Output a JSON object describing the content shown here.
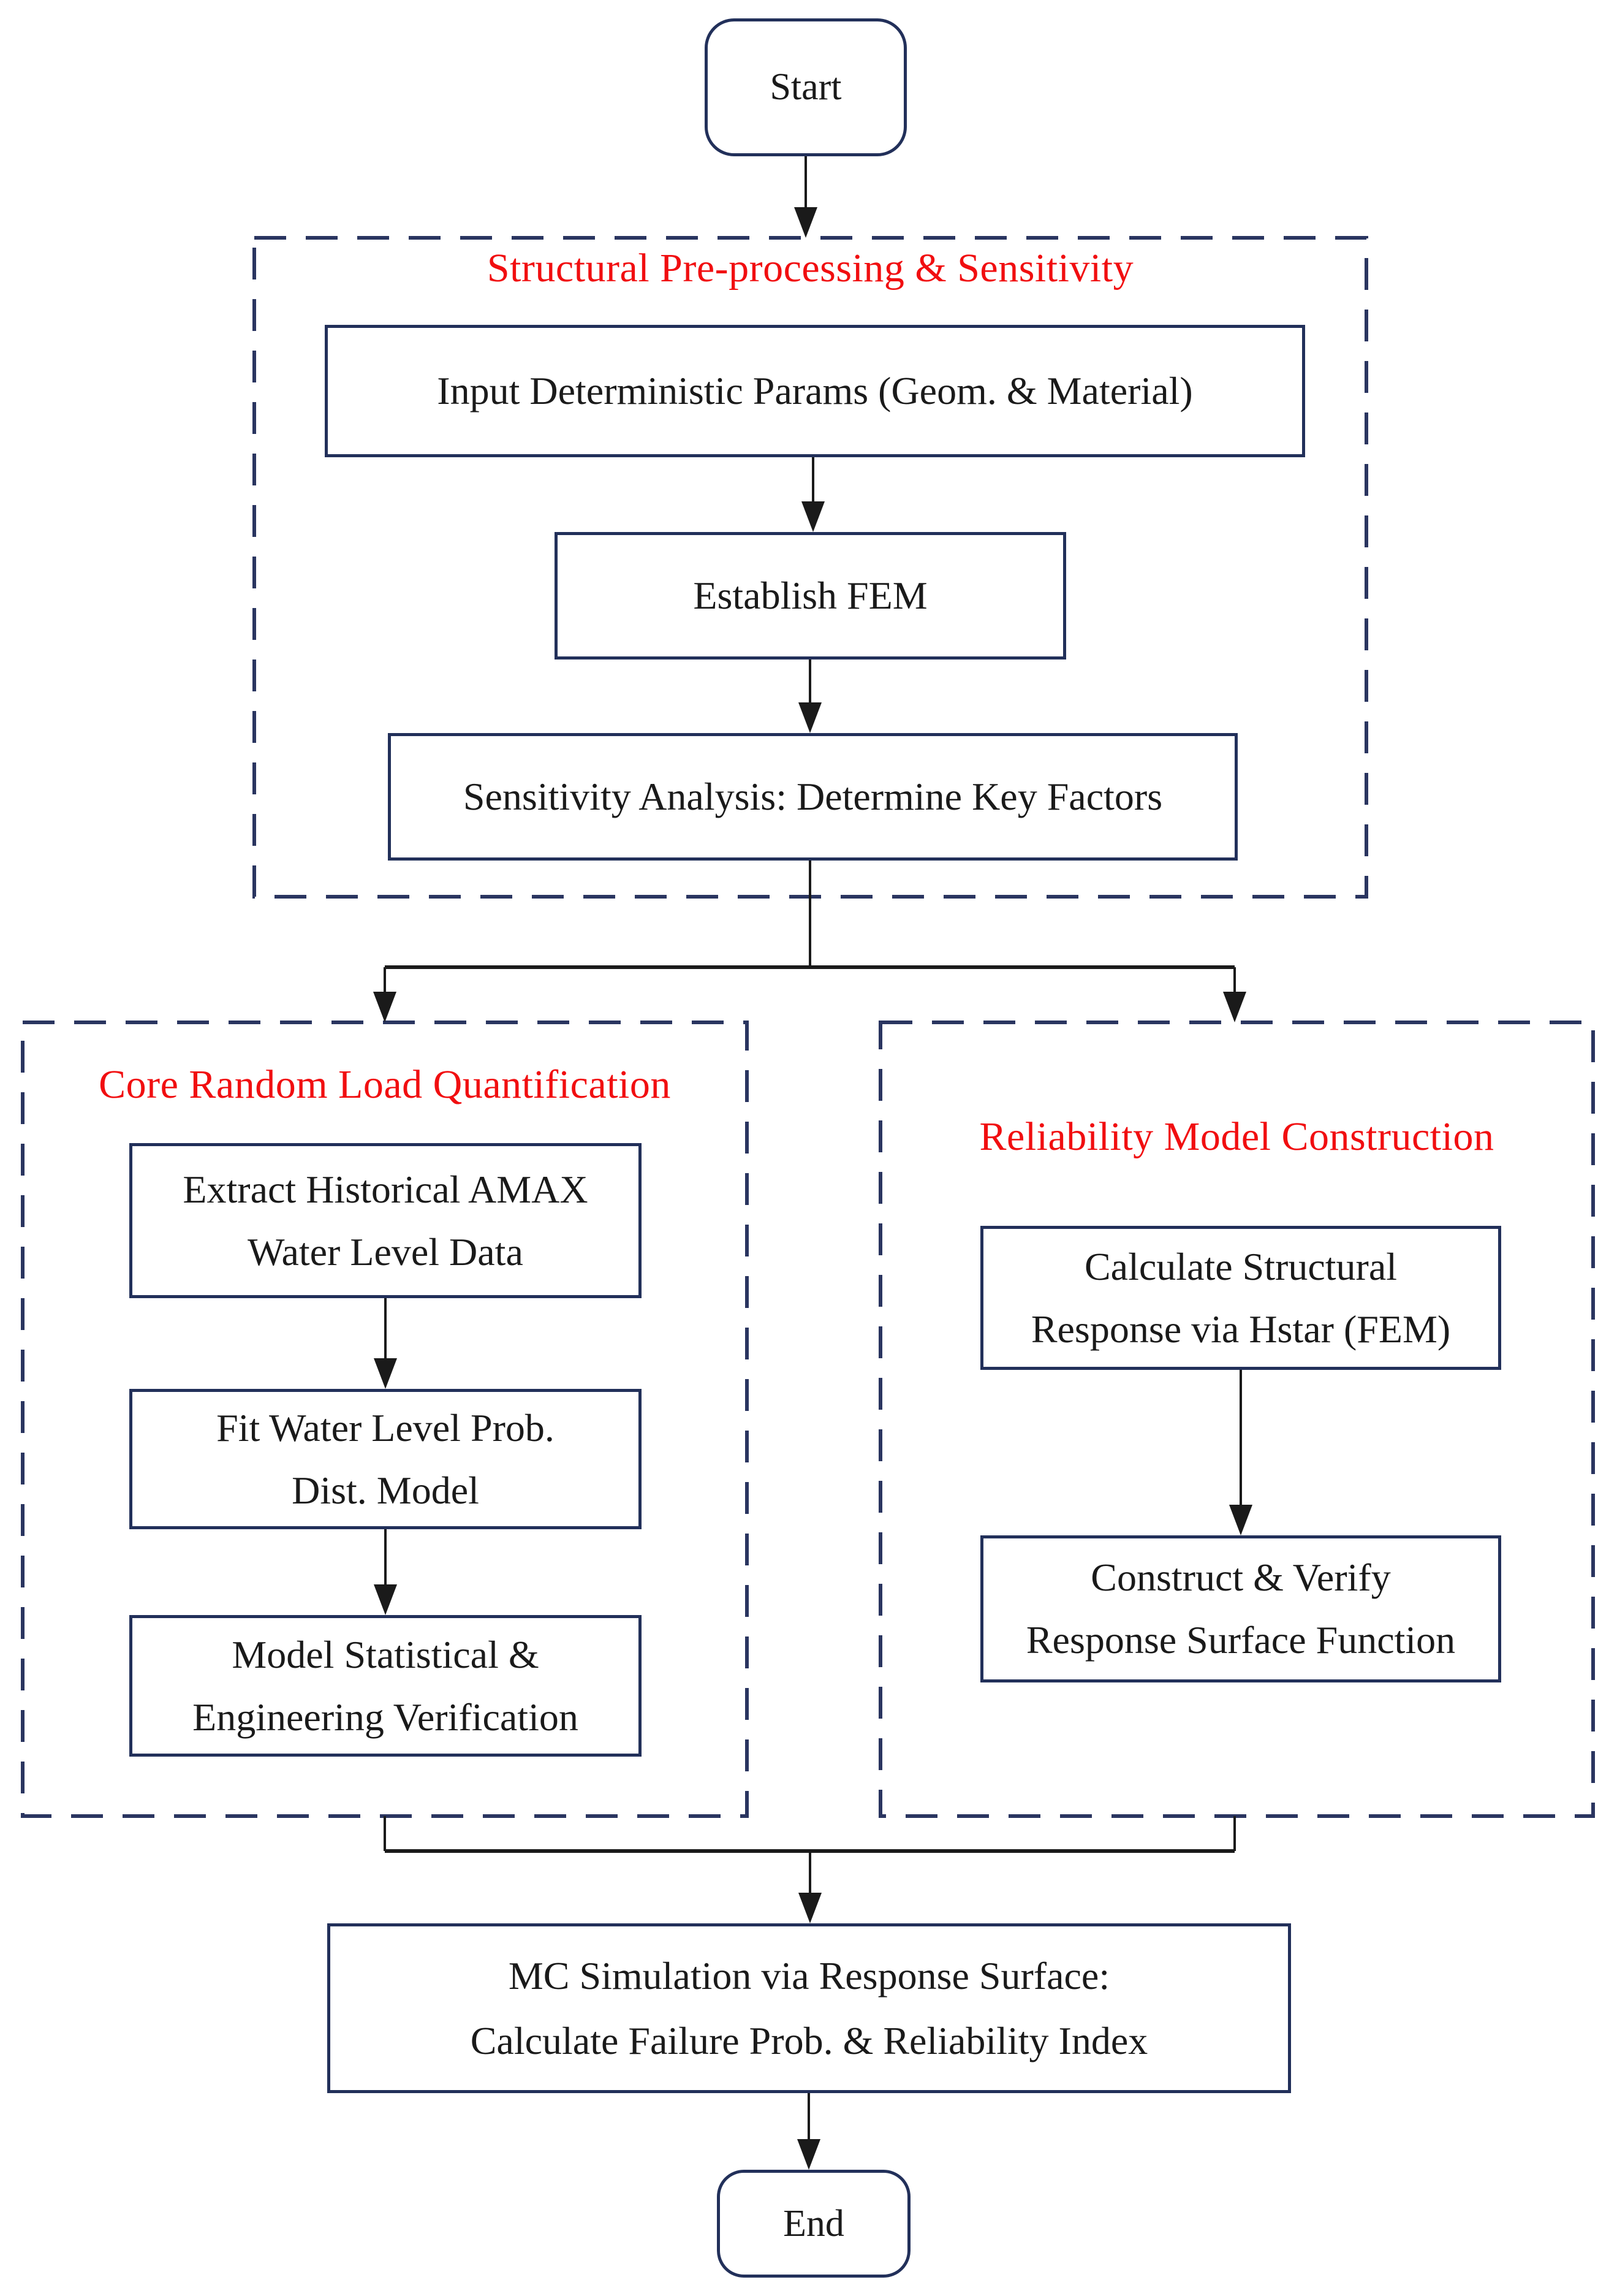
{
  "colors": {
    "accent_red": "#F10E10",
    "box_border": "#22305A",
    "dash_border": "#2A3560",
    "arrow": "#1A1A1A"
  },
  "nodes": {
    "start": {
      "label": "Start"
    },
    "end": {
      "label": "End"
    }
  },
  "sections": {
    "preprocessing": {
      "title": "Structural Pre-processing & Sensitivity",
      "steps": {
        "input_params": {
          "label": "Input Deterministic Params (Geom. & Material)"
        },
        "establish_fem": {
          "label": "Establish FEM"
        },
        "sensitivity": {
          "label": "Sensitivity Analysis: Determine Key Factors"
        }
      }
    },
    "load_quantification": {
      "title": "Core Random Load Quantification",
      "steps": {
        "extract_amax": {
          "line1": "Extract Historical AMAX",
          "line2": "Water Level Data"
        },
        "fit_dist": {
          "line1": "Fit Water Level Prob.",
          "line2": "Dist. Model"
        },
        "verification": {
          "line1": "Model Statistical &",
          "line2": "Engineering Verification"
        }
      }
    },
    "reliability": {
      "title": "Reliability Model Construction",
      "steps": {
        "calc_response": {
          "line1": "Calculate Structural",
          "line2": "Response via Hstar (FEM)"
        },
        "construct_rsf": {
          "line1": "Construct & Verify",
          "line2": "Response Surface Function"
        }
      }
    }
  },
  "mc_step": {
    "line1": "MC Simulation via Response Surface:",
    "line2": "Calculate Failure Prob. & Reliability Index"
  }
}
